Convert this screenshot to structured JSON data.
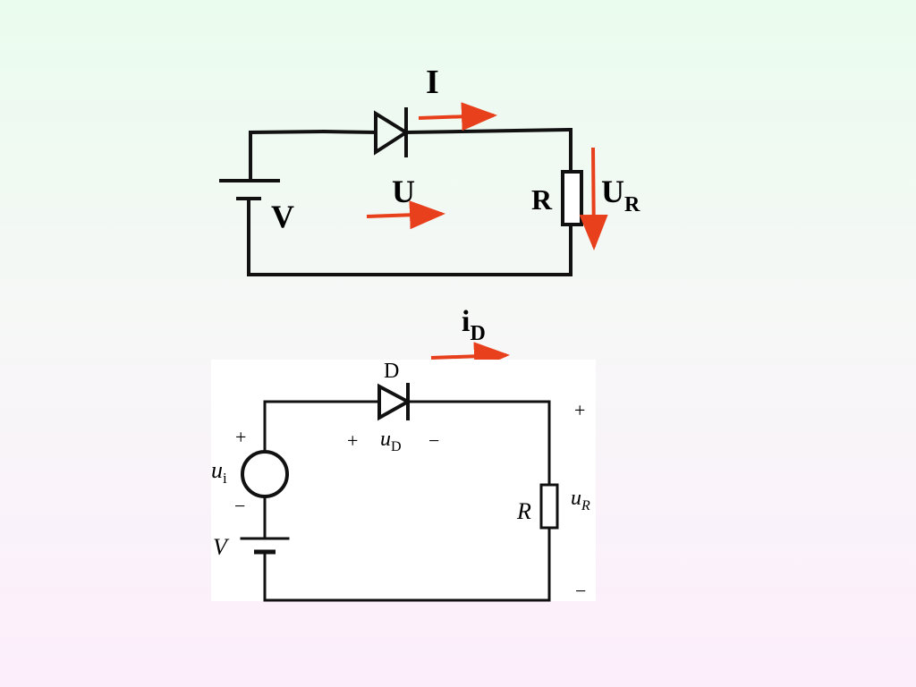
{
  "colors": {
    "arrow": "#e8401c",
    "wire": "#111111",
    "panel": "#ffffff"
  },
  "circuit1": {
    "current": "I",
    "voltage_u": "U",
    "source": "V",
    "resistor": "R",
    "resistor_voltage": "U",
    "resistor_voltage_sub": "R"
  },
  "current_label": {
    "main": "i",
    "sub": "D"
  },
  "circuit2": {
    "diode": "D",
    "diode_plus": "+",
    "diode_minus": "−",
    "diode_voltage": "u",
    "diode_voltage_sub": "D",
    "source_plus": "+",
    "source_minus": "−",
    "source_voltage": "u",
    "source_voltage_sub": "i",
    "battery": "V",
    "resistor": "R",
    "resistor_voltage": "u",
    "resistor_voltage_sub": "R",
    "out_plus": "+",
    "out_minus": "−"
  }
}
